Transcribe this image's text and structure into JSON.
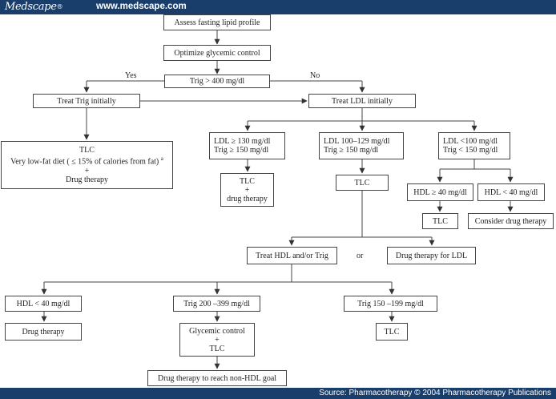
{
  "header": {
    "logo": "Medscape",
    "logo_mark": "®",
    "site": "www.medscape.com"
  },
  "footer": {
    "source": "Source: Pharmacotherapy © 2004 Pharmacotherapy Publications"
  },
  "flowchart": {
    "assess": "Assess fasting lipid profile",
    "optimize": "Optimize glycemic control",
    "trig_decision": "Trig > 400 mg/dl",
    "yes_label": "Yes",
    "no_label": "No",
    "treat_trig": "Treat Trig initially",
    "treat_ldl": "Treat LDL initially",
    "tlc_lowfat": {
      "line1": "TLC",
      "line2": "Very low-fat diet ( ≤ 15% of calories from fat)",
      "footnote": "a",
      "line3": "+",
      "line4": "Drug therapy"
    },
    "ldl130": {
      "line1": "LDL ≥ 130 mg/dl",
      "line2": "Trig ≥ 150 mg/dl"
    },
    "ldl100": {
      "line1": "LDL 100–129 mg/dl",
      "line2": "Trig ≥ 150 mg/dl"
    },
    "ldllt100": {
      "line1": "LDL <100 mg/dl",
      "line2": "Trig < 150 mg/dl"
    },
    "tlc_drug": {
      "line1": "TLC",
      "line2": "+",
      "line3": "drug therapy"
    },
    "tlc_mid": "TLC",
    "hdl_ge40": "HDL ≥ 40 mg/dl",
    "hdl_lt40_right": "HDL < 40 mg/dl",
    "tlc_right": "TLC",
    "consider_drug": "Consider drug therapy",
    "treat_hdl_trig": "Treat HDL and/or Trig",
    "or_label": "or",
    "drug_ldl": "Drug therapy for LDL",
    "hdl_lt40_left": "HDL < 40 mg/dl",
    "trig200": "Trig 200 –399 mg/dl",
    "trig150": "Trig 150 –199 mg/dl",
    "drug_therapy": "Drug therapy",
    "glycemic_tlc": {
      "line1": "Glycemic control",
      "line2": "+",
      "line3": "TLC"
    },
    "tlc_bottom": "TLC",
    "drug_nonhdl": "Drug therapy to reach non-HDL goal"
  },
  "colors": {
    "bar": "#1a3e6b",
    "line": "#444444",
    "text": "#222222"
  }
}
